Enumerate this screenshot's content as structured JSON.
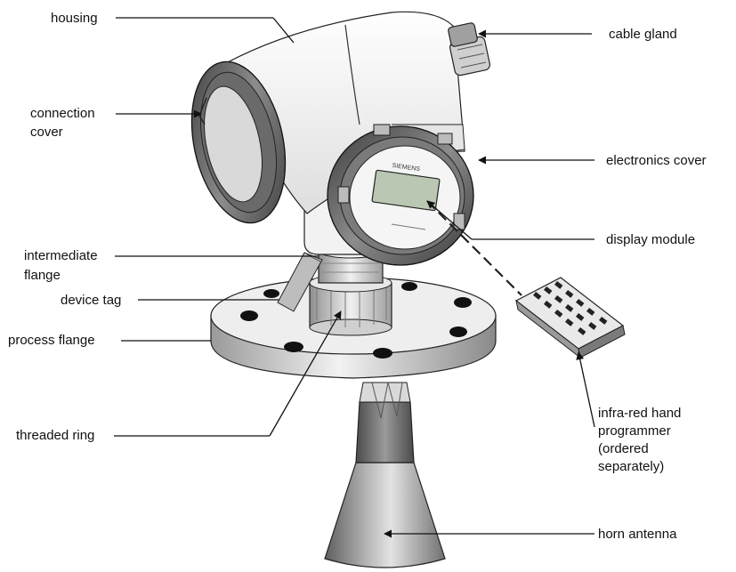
{
  "labels": {
    "housing": "housing",
    "cable_gland": "cable gland",
    "connection_cover_1": "connection",
    "connection_cover_2": "cover",
    "electronics_cover": "electronics cover",
    "display_module": "display module",
    "intermediate_flange_1": "intermediate",
    "intermediate_flange_2": "flange",
    "device_tag": "device tag",
    "process_flange": "process flange",
    "threaded_ring": "threaded ring",
    "programmer_1": "infra-red hand",
    "programmer_2": "programmer",
    "programmer_3": "(ordered",
    "programmer_4": "separately)",
    "horn_antenna": "horn antenna"
  },
  "display_brand": "SIEMENS",
  "colors": {
    "line": "#111111",
    "metal_light": "#eeeeee",
    "metal_mid": "#bdbdbd",
    "metal_dark": "#6e6e6e",
    "housing_white": "#f7f7f7",
    "display_green": "#b9c7b3"
  }
}
